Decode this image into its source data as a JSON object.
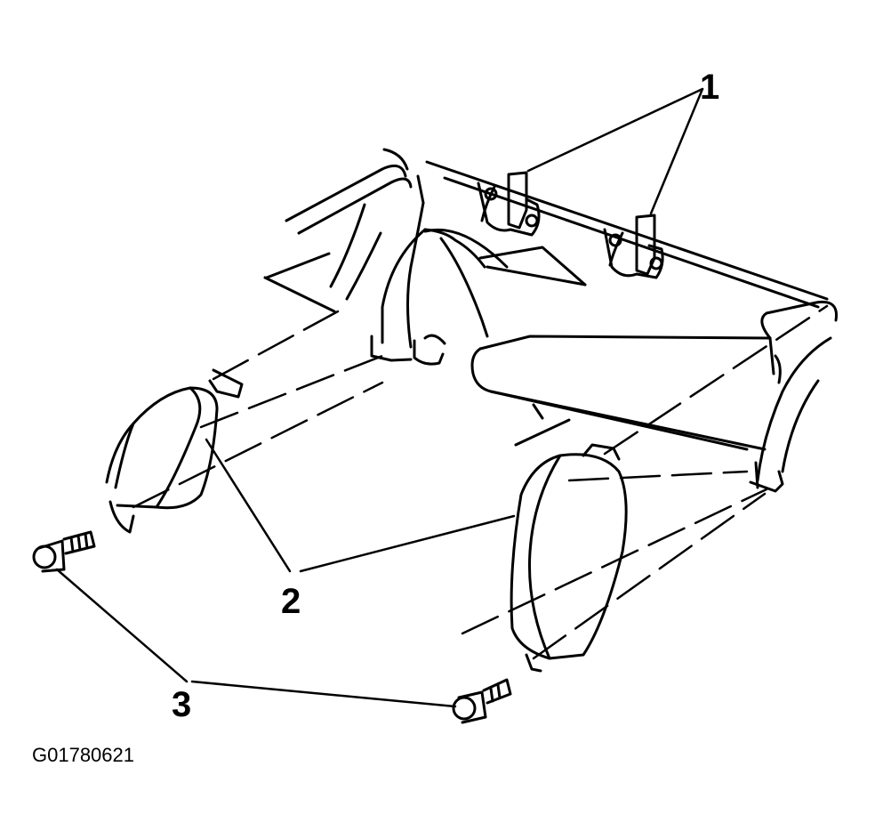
{
  "callouts": {
    "one": "1",
    "two": "2",
    "three": "3"
  },
  "figure_id": "G01780621",
  "colors": {
    "ink": "#000000",
    "part_fill": "#ffffff",
    "background": "#ffffff"
  }
}
